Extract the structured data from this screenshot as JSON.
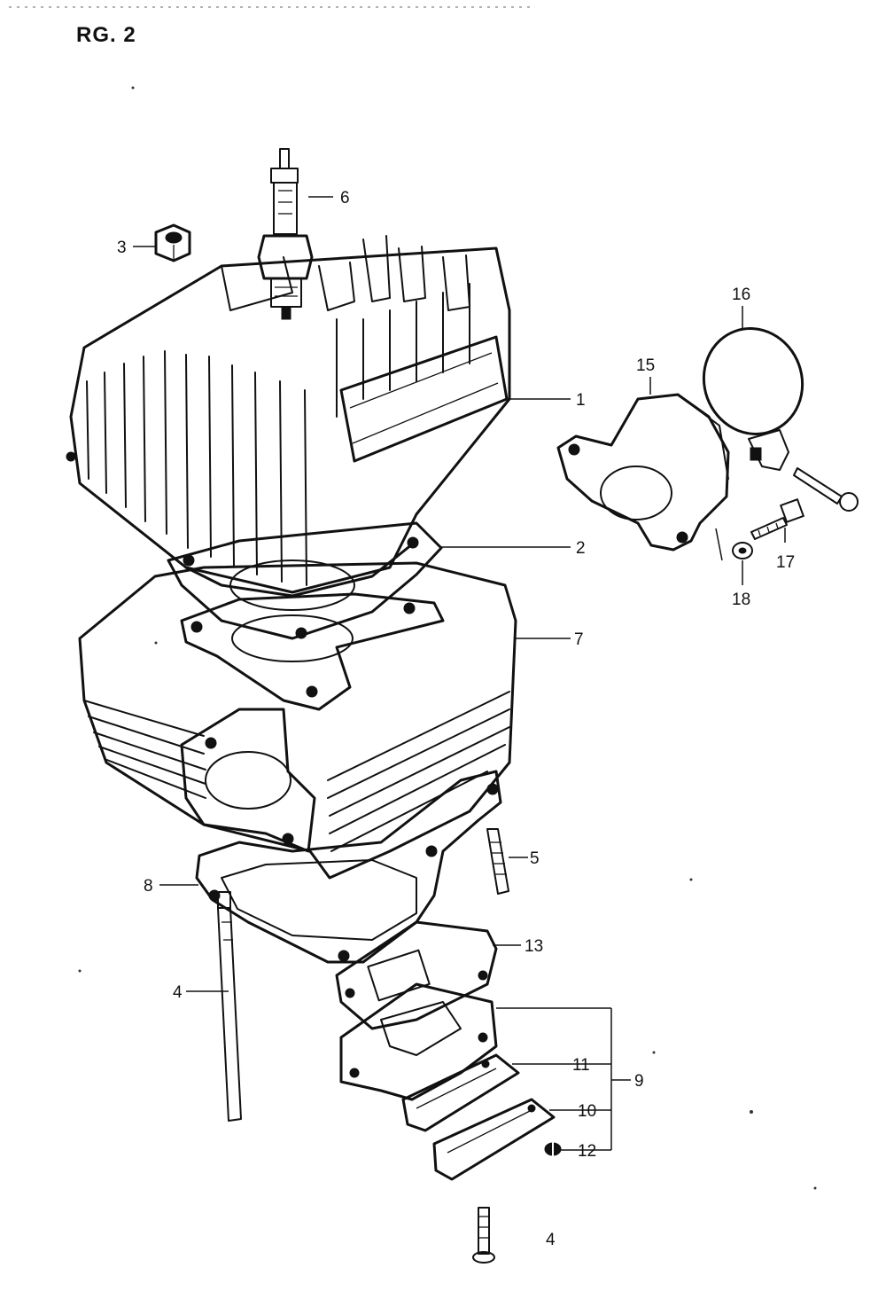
{
  "figure": {
    "title": "RG. 2"
  },
  "callouts": {
    "c1": "1",
    "c2": "2",
    "c3": "3",
    "c4a": "4",
    "c4b": "4",
    "c5": "5",
    "c6": "6",
    "c7": "7",
    "c8": "8",
    "c9": "9",
    "c10": "10",
    "c11": "11",
    "c12": "12",
    "c13": "13",
    "c15": "15",
    "c16": "16",
    "c17": "17",
    "c18": "18"
  },
  "colors": {
    "ink": "#111111",
    "paper": "#ffffff"
  }
}
